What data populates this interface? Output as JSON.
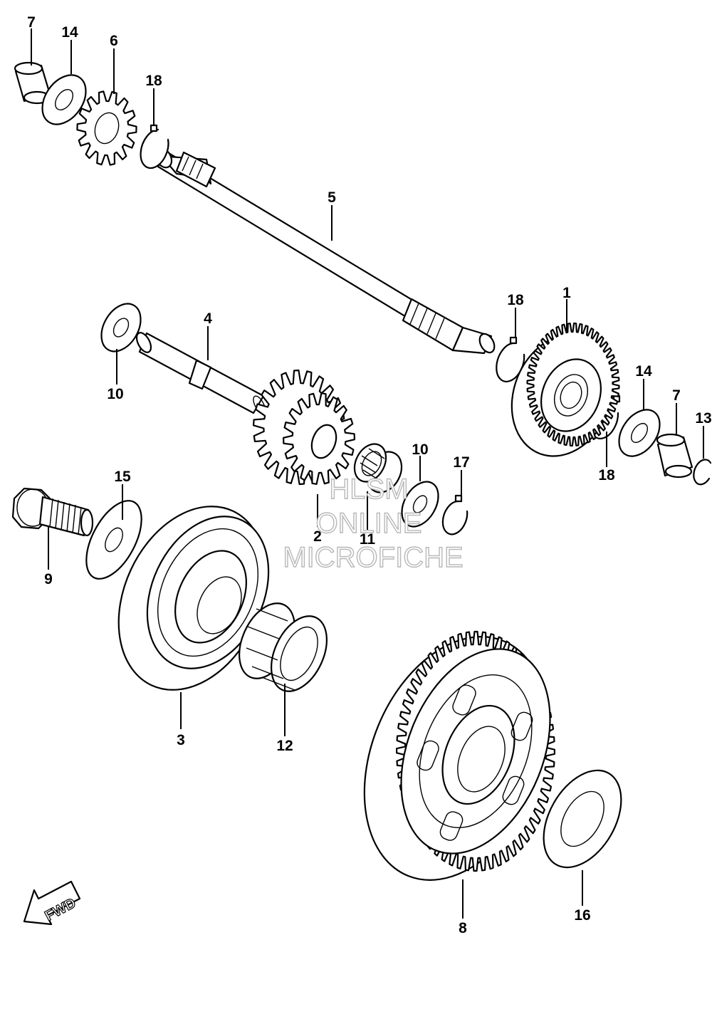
{
  "callouts": {
    "p1": "1",
    "p2": "2",
    "p3": "3",
    "p4": "4",
    "p5": "5",
    "p6": "6",
    "p7a": "7",
    "p7b": "7",
    "p8": "8",
    "p9": "9",
    "p10a": "10",
    "p10b": "10",
    "p11": "11",
    "p12": "12",
    "p13": "13",
    "p14a": "14",
    "p14b": "14",
    "p15": "15",
    "p16": "16",
    "p17": "17",
    "p18a": "18",
    "p18b": "18",
    "p18c": "18"
  },
  "watermark": {
    "line1": "HLSM",
    "line2": "ONLINE",
    "line3": "MICROFICHE"
  },
  "direction_marker": {
    "text": "FWD"
  }
}
